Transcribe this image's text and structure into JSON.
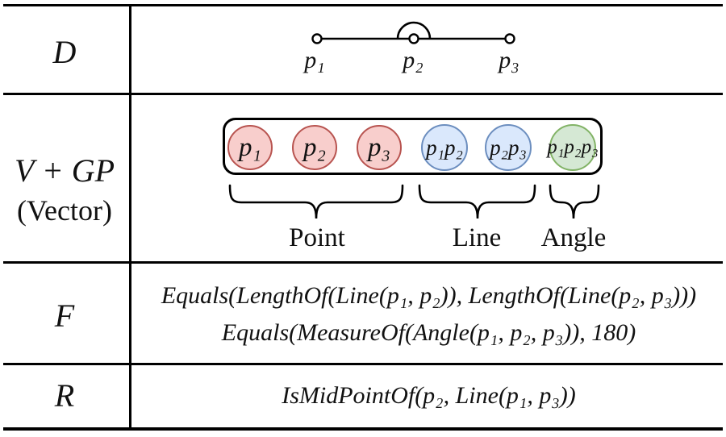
{
  "rows": {
    "d": {
      "label": "D"
    },
    "vgp": {
      "label_line1": "V + GP",
      "label_line2": "(Vector)"
    },
    "f": {
      "label": "F"
    },
    "r": {
      "label": "R"
    }
  },
  "diagram": {
    "point_labels": [
      "p₁",
      "p₂",
      "p₃"
    ]
  },
  "vector_row": {
    "tokens": [
      {
        "text": "p₁",
        "type": "point"
      },
      {
        "text": "p₂",
        "type": "point"
      },
      {
        "text": "p₃",
        "type": "point"
      },
      {
        "text": "p₁p₂",
        "type": "line"
      },
      {
        "text": "p₂p₃",
        "type": "line"
      },
      {
        "text": "p₁p₂p₃",
        "type": "angle"
      }
    ],
    "groups": [
      {
        "label": "Point"
      },
      {
        "label": "Line"
      },
      {
        "label": "Angle"
      }
    ],
    "colors": {
      "point_fill": "#f8cecc",
      "point_stroke": "#b85450",
      "line_fill": "#dae8fc",
      "line_stroke": "#6c8ebf",
      "angle_fill": "#d5e8d4",
      "angle_stroke": "#82b366"
    }
  },
  "formulas": {
    "f_line1": "Equals(LengthOf(Line(p₁, p₂)), LengthOf(Line(p₂, p₃)))",
    "f_line2": "Equals(MeasureOf(Angle(p₁, p₂, p₃)), 180)",
    "r_line": "IsMidPointOf(p₂, Line(p₁, p₃))"
  }
}
